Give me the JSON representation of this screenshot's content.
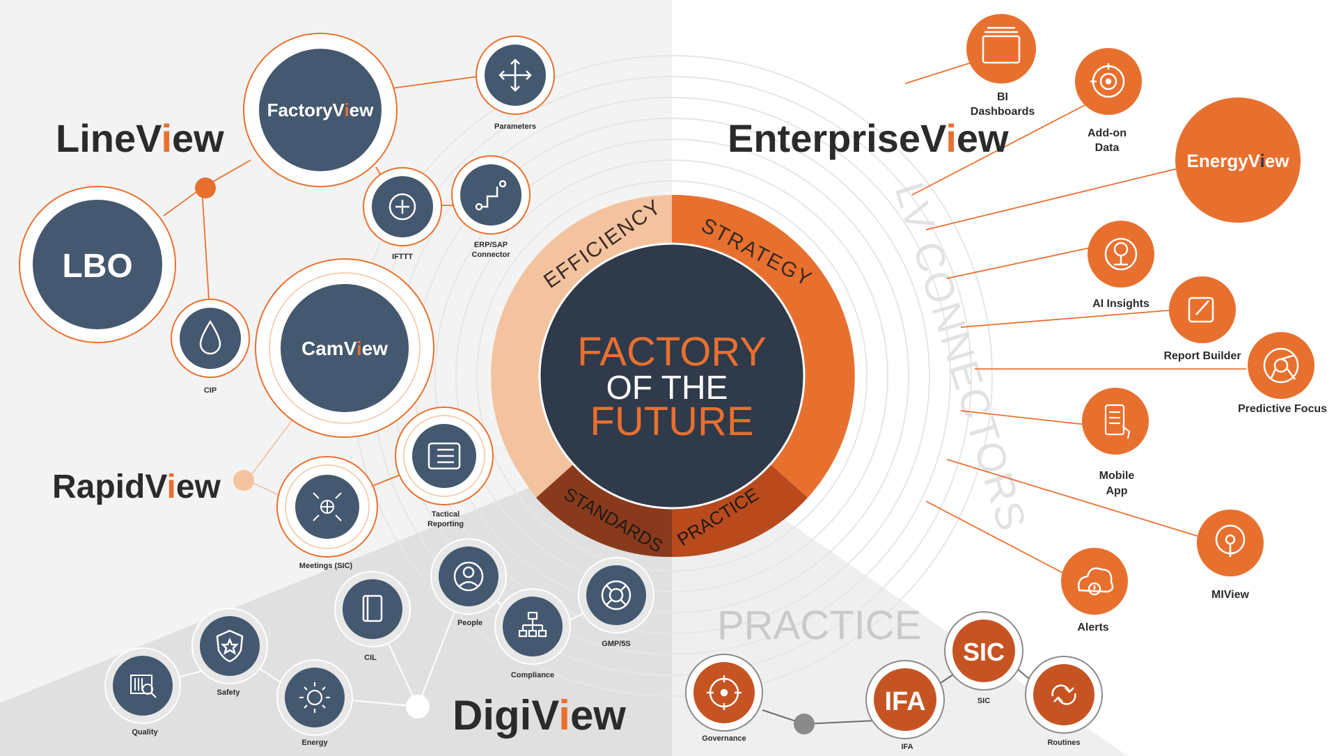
{
  "colors": {
    "navy": "#44586f",
    "orange": "#e8702f",
    "peach": "#f3c3a0",
    "dark_center": "#2f3a4a",
    "rust": "#8a3a1c",
    "text": "#2b2b2b"
  },
  "brands": {
    "lineview": {
      "pre": "LineV",
      "accent": "i",
      "post": "ew"
    },
    "rapidview": {
      "pre": "RapidV",
      "accent": "i",
      "post": "ew"
    },
    "digiview": {
      "pre": "DigiV",
      "accent": "i",
      "post": "ew"
    },
    "enterpriseview": {
      "pre": "EnterpriseV",
      "accent": "i",
      "post": "ew"
    }
  },
  "center": {
    "line1": "FACTORY",
    "line2": "OF THE",
    "line3": "FUTURE",
    "ring": {
      "efficiency": "EFFICIENCY",
      "strategy": "STRATEGY",
      "standards": "STANDARDS",
      "practice": "PRACTICE"
    }
  },
  "connectors_label": "LV CONNECTORS",
  "practice_title": "PRACTICE",
  "nodes": {
    "factoryview": {
      "pre": "FactoryV",
      "accent": "i",
      "post": "ew",
      "icon": "factory"
    },
    "camview": {
      "pre": "CamV",
      "accent": "i",
      "post": "ew",
      "icon": "camera"
    },
    "lbo": {
      "text": "LBO"
    },
    "energyview": {
      "pre": "EnergyV",
      "accent": "i",
      "post": "ew"
    },
    "parameters": {
      "label": "Parameters",
      "icon": "move-arrows-icon"
    },
    "ifttt": {
      "label": "IFTTT",
      "icon": "plus-circle-icon"
    },
    "erp": {
      "label1": "ERP/SAP",
      "label2": "Connector",
      "icon": "connector-path-icon"
    },
    "cip": {
      "label": "CIP",
      "icon": "droplet-icon"
    },
    "tactical": {
      "label1": "Tactical",
      "label2": "Reporting",
      "icon": "list-icon"
    },
    "meetings": {
      "label": "Meetings (SIC)",
      "icon": "globe-arrows-icon"
    },
    "cil": {
      "label": "CIL",
      "icon": "notebook-icon"
    },
    "people": {
      "label": "People",
      "icon": "person-icon"
    },
    "compliance": {
      "label": "Compliance",
      "icon": "org-chart-icon"
    },
    "gmp": {
      "label": "GMP/5S",
      "icon": "lifebuoy-icon"
    },
    "safety": {
      "label": "Safety",
      "icon": "shield-star-icon"
    },
    "quality": {
      "label": "Quality",
      "icon": "barcode-search-icon"
    },
    "energy": {
      "label": "Energy",
      "icon": "sun-icon"
    },
    "bi": {
      "label1": "BI",
      "label2": "Dashboards",
      "icon": "dashboard-window-icon"
    },
    "addon": {
      "label1": "Add-on",
      "label2": "Data",
      "icon": "target-icon"
    },
    "ai": {
      "label": "AI Insights",
      "icon": "ai-gear-icon"
    },
    "report": {
      "label": "Report Builder",
      "icon": "pencil-square-icon"
    },
    "predictive": {
      "label": "Predictive Focus",
      "icon": "chrome-aperture-icon"
    },
    "mobile": {
      "label1": "Mobile",
      "label2": "App",
      "icon": "tablet-touch-icon"
    },
    "miview": {
      "label": "MIView",
      "icon": "podcast-icon"
    },
    "alerts": {
      "label": "Alerts",
      "icon": "cloud-alert-icon"
    },
    "governance": {
      "label": "Governance",
      "icon": "crosshair-icon"
    },
    "ifa": {
      "text": "IFA",
      "label": "IFA"
    },
    "sic": {
      "text": "SIC",
      "label": "SIC"
    },
    "routines": {
      "label": "Routines",
      "icon": "cycle-icon"
    }
  }
}
